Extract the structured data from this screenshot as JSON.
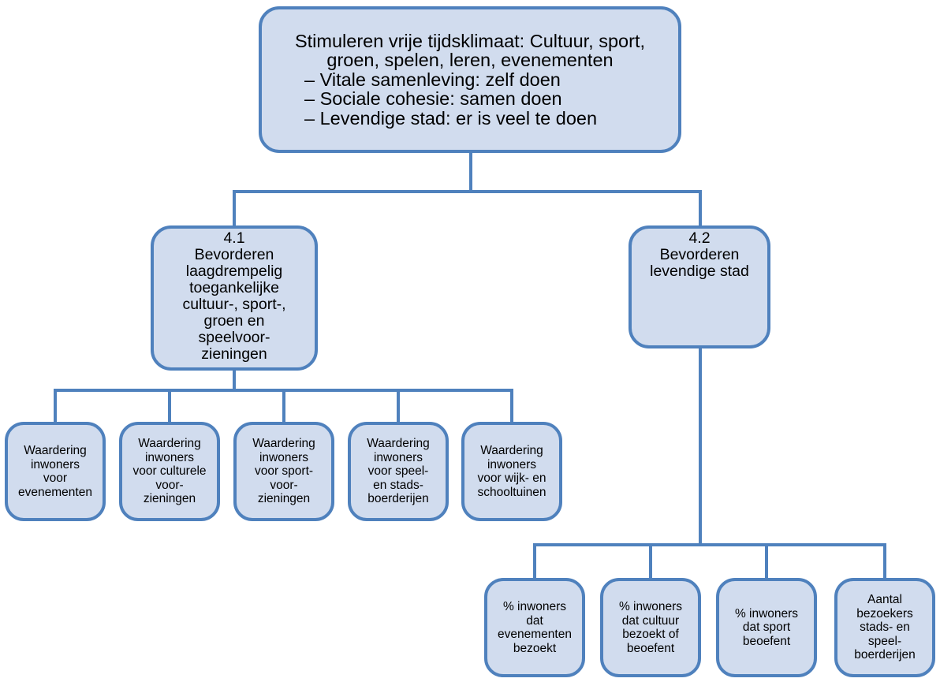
{
  "root": {
    "lines": [
      "Stimuleren vrije tijdsklimaat: Cultuur, sport,",
      "groen, spelen, leren, evenementen"
    ],
    "sub_lines": [
      "– Vitale samenleving: zelf doen",
      "– Sociale cohesie: samen doen",
      "– Levendige stad: er is veel te doen"
    ]
  },
  "goal_41": {
    "lines": [
      "4.1",
      "Bevorderen",
      "laagdrempelig",
      "toegankelijke",
      "cultuur-, sport-,",
      "groen en",
      "speelvoor-",
      "zieningen"
    ]
  },
  "goal_42": {
    "lines": [
      "4.2",
      "Bevorderen",
      "levendige stad"
    ]
  },
  "indicators_41": [
    {
      "lines": [
        "Waardering",
        "inwoners",
        "voor",
        "evenementen"
      ]
    },
    {
      "lines": [
        "Waardering",
        "inwoners",
        "voor culturele",
        "voor-",
        "zieningen"
      ]
    },
    {
      "lines": [
        "Waardering",
        "inwoners",
        "voor sport-",
        "voor-",
        "zieningen"
      ]
    },
    {
      "lines": [
        "Waardering",
        "inwoners",
        "voor speel-",
        "en stads-",
        "boerderijen"
      ]
    },
    {
      "lines": [
        "Waardering",
        "inwoners",
        "voor wijk- en",
        "schooltuinen"
      ]
    }
  ],
  "indicators_42": [
    {
      "lines": [
        "% inwoners",
        "dat",
        "evenementen",
        "bezoekt"
      ]
    },
    {
      "lines": [
        "% inwoners",
        "dat cultuur",
        "bezoekt of",
        "beoefent"
      ]
    },
    {
      "lines": [
        "% inwoners",
        "dat sport",
        "beoefent"
      ]
    },
    {
      "lines": [
        "Aantal",
        "bezoekers",
        "stads- en",
        "speel-",
        "boerderijen"
      ]
    }
  ],
  "colors": {
    "fill": "#d1dcee",
    "stroke": "#4f81bd"
  }
}
